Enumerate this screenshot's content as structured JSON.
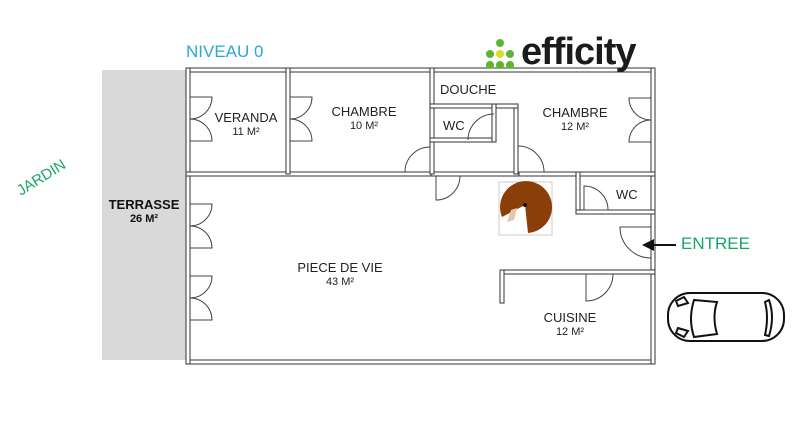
{
  "header": {
    "level_title": "NIVEAU 0",
    "logo": {
      "text": "efficity",
      "dot_colors": [
        "#5cb531",
        "#d6df23"
      ]
    }
  },
  "outside": {
    "garden_label": "JARDIN",
    "entrance_label": "ENTREE",
    "terrace": {
      "name": "TERRASSE",
      "area": "26 M²"
    }
  },
  "rooms": [
    {
      "name": "VERANDA",
      "area": "11 M²"
    },
    {
      "name": "CHAMBRE",
      "area": "10 M²"
    },
    {
      "name": "DOUCHE"
    },
    {
      "name": "WC"
    },
    {
      "name": "CHAMBRE",
      "area": "12 M²"
    },
    {
      "name": "WC"
    },
    {
      "name": "PIECE DE VIE",
      "area": "43 M²"
    },
    {
      "name": "CUISINE",
      "area": "12 M²"
    }
  ],
  "colors": {
    "title_blue": "#29a9d3",
    "label_green": "#1aa56a",
    "stair_brown": "#8b3f08",
    "terrace_gray": "#d9d9d9"
  },
  "icons": [
    "spiral-staircase-icon",
    "car-icon",
    "entrance-arrow-icon",
    "logo-dots-icon"
  ]
}
